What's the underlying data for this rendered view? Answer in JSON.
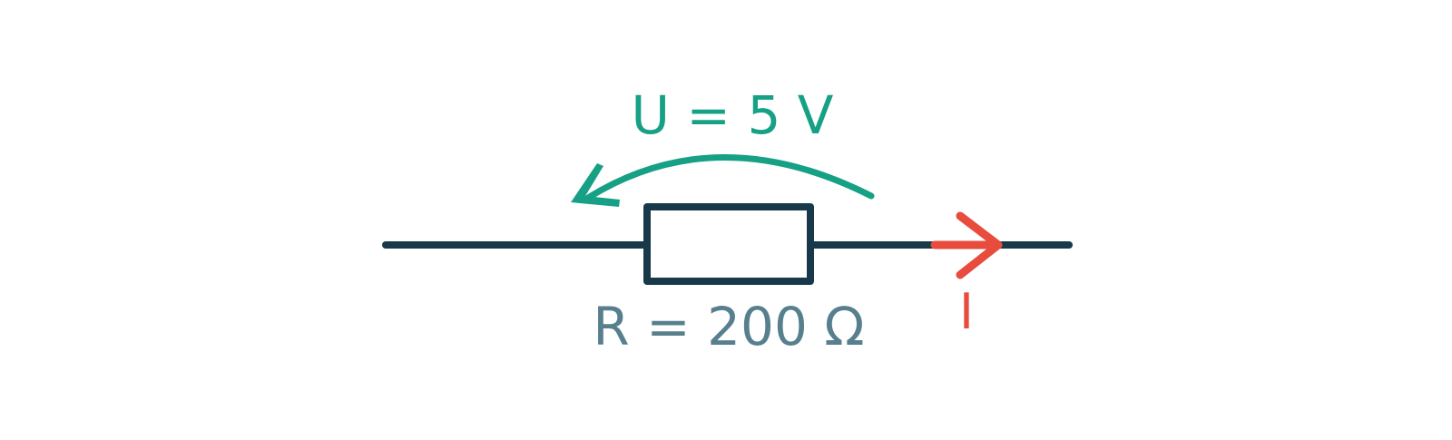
{
  "diagram": {
    "voltage_label": "U = 5 V",
    "resistance_label": "R = 200 Ω",
    "current_label": "I"
  },
  "colors": {
    "wire": "#17394a",
    "voltage": "#16a085",
    "resistance": "#587f8e",
    "current": "#e74c3c",
    "background": "#ffffff"
  }
}
